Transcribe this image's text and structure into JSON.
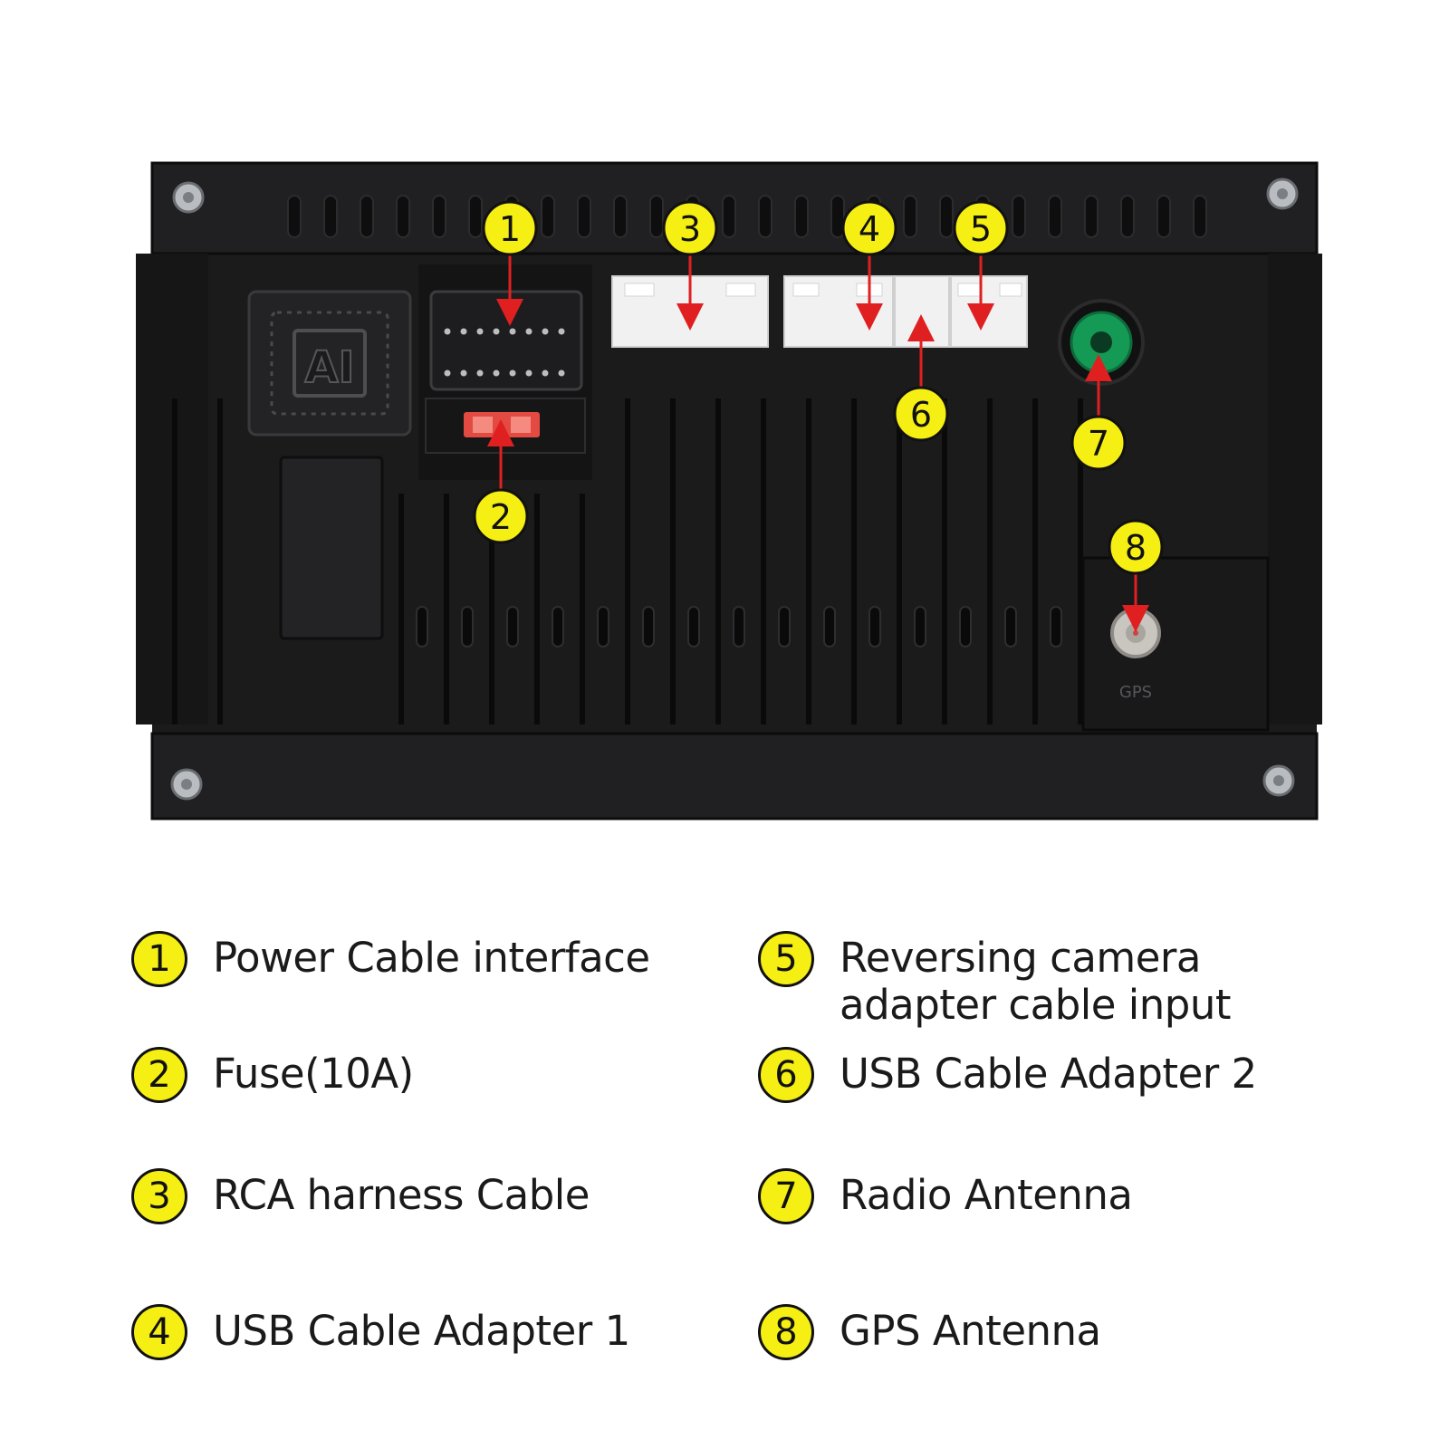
{
  "colors": {
    "badge_fill": "#f6ef13",
    "arrow": "#e02020",
    "device_body": "#1b1b1c",
    "connector_white": "#f1f1f1",
    "radio_port": "#159a55"
  },
  "device": {
    "logo_text": "AI",
    "gps_port_label": "GPS"
  },
  "callouts": [
    "1",
    "2",
    "3",
    "4",
    "5",
    "6",
    "7",
    "8"
  ],
  "legend": [
    {
      "num": "1",
      "label": "Power Cable interface"
    },
    {
      "num": "2",
      "label": "Fuse(10A)"
    },
    {
      "num": "3",
      "label": "RCA harness Cable"
    },
    {
      "num": "4",
      "label": "USB Cable Adapter 1"
    },
    {
      "num": "5",
      "label": "Reversing camera adapter cable input"
    },
    {
      "num": "6",
      "label": "USB Cable Adapter 2"
    },
    {
      "num": "7",
      "label": "Radio Antenna"
    },
    {
      "num": "8",
      "label": "GPS Antenna"
    }
  ]
}
